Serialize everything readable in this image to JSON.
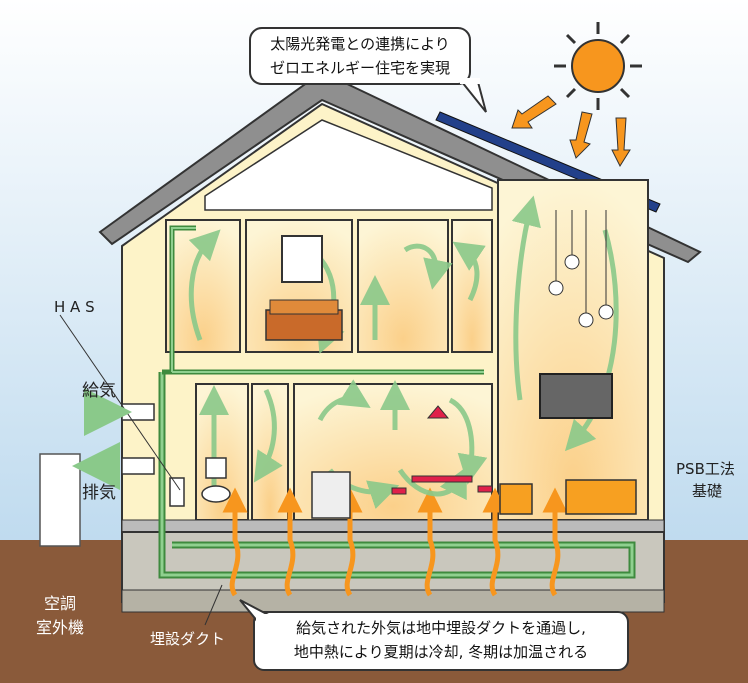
{
  "callout_top": {
    "line1": "太陽光発電との連携により",
    "line2": "ゼロエネルギー住宅を実現"
  },
  "callout_bottom": {
    "line1": "給気された外気は地中埋設ダクトを通過し,",
    "line2": "地中熱により夏期は冷却, 冬期は加温される"
  },
  "labels": {
    "has": "H A S",
    "supply": "給気",
    "exhaust": "排気",
    "psb_line1": "PSB工法",
    "psb_line2": "基礎",
    "outdoor_unit_line1": "空調",
    "outdoor_unit_line2": "室外機",
    "buried_duct": "埋設ダクト"
  },
  "colors": {
    "sky": "#c5def0",
    "ground": "#8a5a3a",
    "wall_interior": "#fdf3c8",
    "roof": "#8f8f8f",
    "solar_panel": "#22408a",
    "sun": "#f7961e",
    "airflow": "#8ac98a",
    "heat_arrow": "#f7961e",
    "duct": "#4c9a4c"
  }
}
